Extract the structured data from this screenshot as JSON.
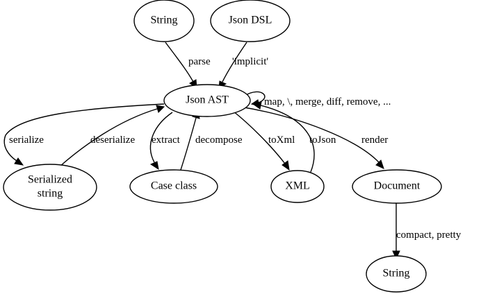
{
  "nodes": {
    "string_top": "String",
    "json_dsl": "Json DSL",
    "json_ast": "Json AST",
    "serialized_line1": "Serialized",
    "serialized_line2": "string",
    "case_class": "Case class",
    "xml": "XML",
    "document": "Document",
    "string_bottom": "String"
  },
  "edges": {
    "parse": "parse",
    "implicit": "'implicit'",
    "self_loop": "map, \\, merge, diff, remove, ...",
    "serialize": "serialize",
    "deserialize": "deserialize",
    "extract": "extract",
    "decompose": "decompose",
    "to_xml": "toXml",
    "to_json": "toJson",
    "render": "render",
    "compact_pretty": "compact, pretty"
  }
}
